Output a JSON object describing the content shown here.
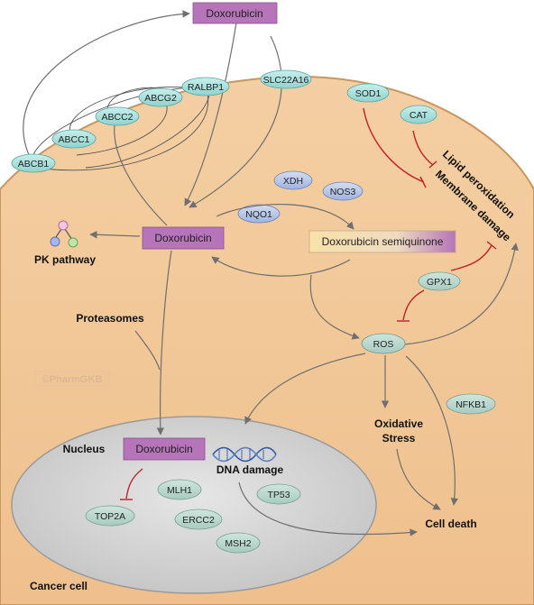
{
  "colors": {
    "cell_fill": "#f2c99a",
    "cell_stroke": "#c9965f",
    "nucleus_fill": "#d3d3d3",
    "drug_box": "#b675b8",
    "gene_teal": "#a8e0dc",
    "gene_blue": "#b7c7e8",
    "inhibition": "#c0202a",
    "arrow": "#6f6f6f"
  },
  "drug_boxes": {
    "top": "Doxorubicin",
    "center": "Doxorubicin",
    "nucleus": "Doxorubicin",
    "semiquinone": "Doxorubicin semiquinone"
  },
  "transporters": [
    "RALBP1",
    "ABCG2",
    "ABCC2",
    "ABCC1",
    "ABCB1",
    "SLC22A16"
  ],
  "enzymes": {
    "sod1": "SOD1",
    "cat": "CAT",
    "xdh": "XDH",
    "nos3": "NOS3",
    "nqo1": "NQO1",
    "gpx1": "GPX1",
    "ros": "ROS",
    "nfkb1": "NFKB1"
  },
  "nuclear_genes": {
    "top2a": "TOP2A",
    "mlh1": "MLH1",
    "ercc2": "ERCC2",
    "msh2": "MSH2",
    "tp53": "TP53"
  },
  "labels": {
    "pk_pathway": "PK pathway",
    "proteasomes": "Proteasomes",
    "nucleus": "Nucleus",
    "dna_damage": "DNA damage",
    "oxidative_stress_line1": "Oxidative",
    "oxidative_stress_line2": "Stress",
    "cell_death": "Cell death",
    "lipid_peroxidation": "Lipid peroxidation",
    "membrane_damage": "Membrane damage",
    "cancer_cell": "Cancer cell",
    "watermark": "©PharmGKB"
  },
  "icons": [
    "pk-pathway-icon",
    "dna-helix-icon"
  ]
}
